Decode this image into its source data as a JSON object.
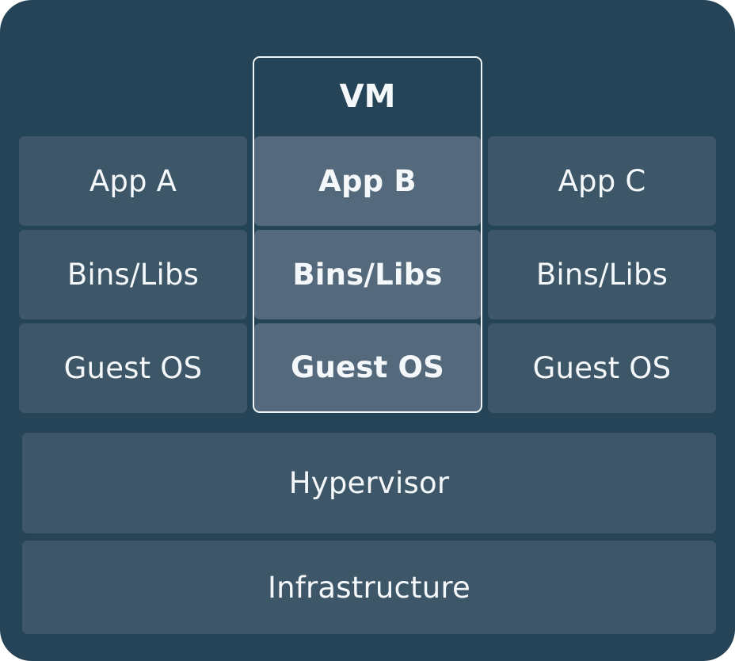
{
  "vm": {
    "title": "VM"
  },
  "columns": [
    {
      "app": "App A",
      "bins": "Bins/Libs",
      "os": "Guest OS"
    },
    {
      "app": "App B",
      "bins": "Bins/Libs",
      "os": "Guest OS"
    },
    {
      "app": "App C",
      "bins": "Bins/Libs",
      "os": "Guest OS"
    }
  ],
  "hypervisor": "Hypervisor",
  "infrastructure": "Infrastructure",
  "colors": {
    "background": "#264457",
    "block": "#3d5668",
    "highlight_block": "#546a7c",
    "text": "#f5f8fa",
    "vm_border": "#f2f5f7"
  }
}
